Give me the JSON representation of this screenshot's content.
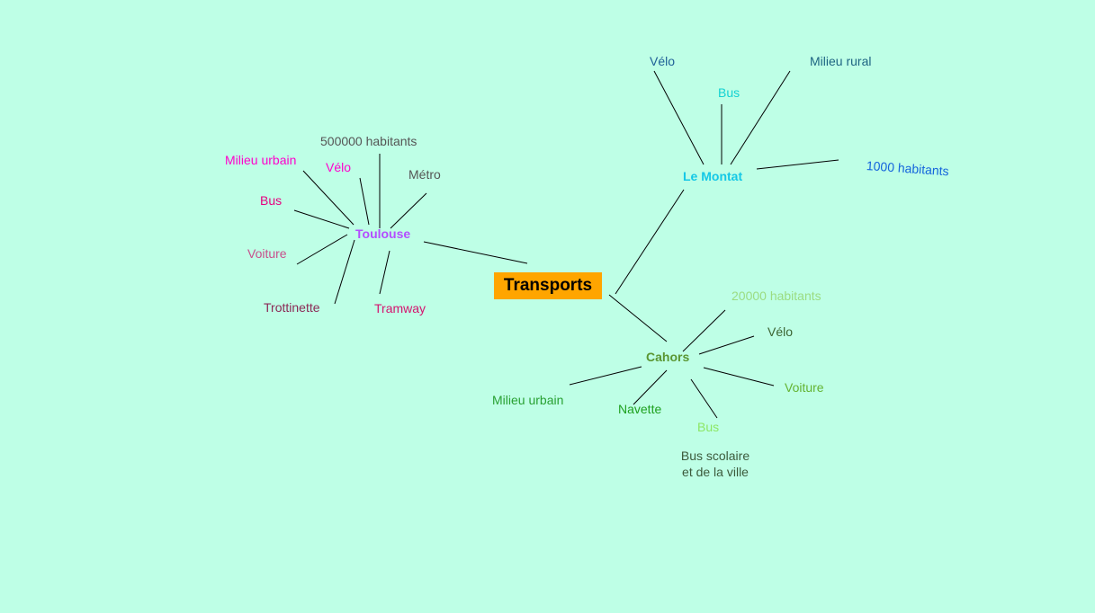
{
  "mind_map": {
    "root": {
      "label": "Transports",
      "color": "#000000",
      "fill": "#FFA500"
    },
    "line_color": "#000000",
    "branches": [
      {
        "id": "toulouse",
        "label": "Toulouse",
        "color": "#B44DFF",
        "children": [
          {
            "id": "t-habitants",
            "label": "500000 habitants",
            "color": "#555555"
          },
          {
            "id": "t-milieu",
            "label": "Milieu urbain",
            "color": "#FF00CC"
          },
          {
            "id": "t-velo",
            "label": "Vélo",
            "color": "#FF00CC"
          },
          {
            "id": "t-metro",
            "label": "Métro",
            "color": "#555555"
          },
          {
            "id": "t-bus",
            "label": "Bus",
            "color": "#E6007E"
          },
          {
            "id": "t-voiture",
            "label": "Voiture",
            "color": "#C8508C"
          },
          {
            "id": "t-trottinette",
            "label": "Trottinette",
            "color": "#8B2A55"
          },
          {
            "id": "t-tramway",
            "label": "Tramway",
            "color": "#D4146E"
          }
        ]
      },
      {
        "id": "lemontat",
        "label": "Le Montat",
        "color": "#14C8E6",
        "children": [
          {
            "id": "m-velo",
            "label": "Vélo",
            "color": "#1E5F96"
          },
          {
            "id": "m-bus",
            "label": "Bus",
            "color": "#14D2D2"
          },
          {
            "id": "m-milieu",
            "label": "Milieu rural",
            "color": "#1E6482"
          },
          {
            "id": "m-habitants",
            "label": "1000 habitants",
            "color": "#1464DC"
          }
        ]
      },
      {
        "id": "cahors",
        "label": "Cahors",
        "color": "#5A9632",
        "children": [
          {
            "id": "c-habitants",
            "label": "20000 habitants",
            "color": "#9BDC82"
          },
          {
            "id": "c-velo",
            "label": "Vélo",
            "color": "#3C6432"
          },
          {
            "id": "c-voiture",
            "label": "Voiture",
            "color": "#64B432"
          },
          {
            "id": "c-bus",
            "label": "Bus",
            "color": "#8CE664"
          },
          {
            "id": "c-bus-note",
            "label": "Bus scolaire\net de la ville",
            "color": "#3C5A3C"
          },
          {
            "id": "c-navette",
            "label": "Navette",
            "color": "#1EA01E"
          },
          {
            "id": "c-milieu",
            "label": "Milieu urbain",
            "color": "#28A032"
          }
        ]
      }
    ]
  }
}
